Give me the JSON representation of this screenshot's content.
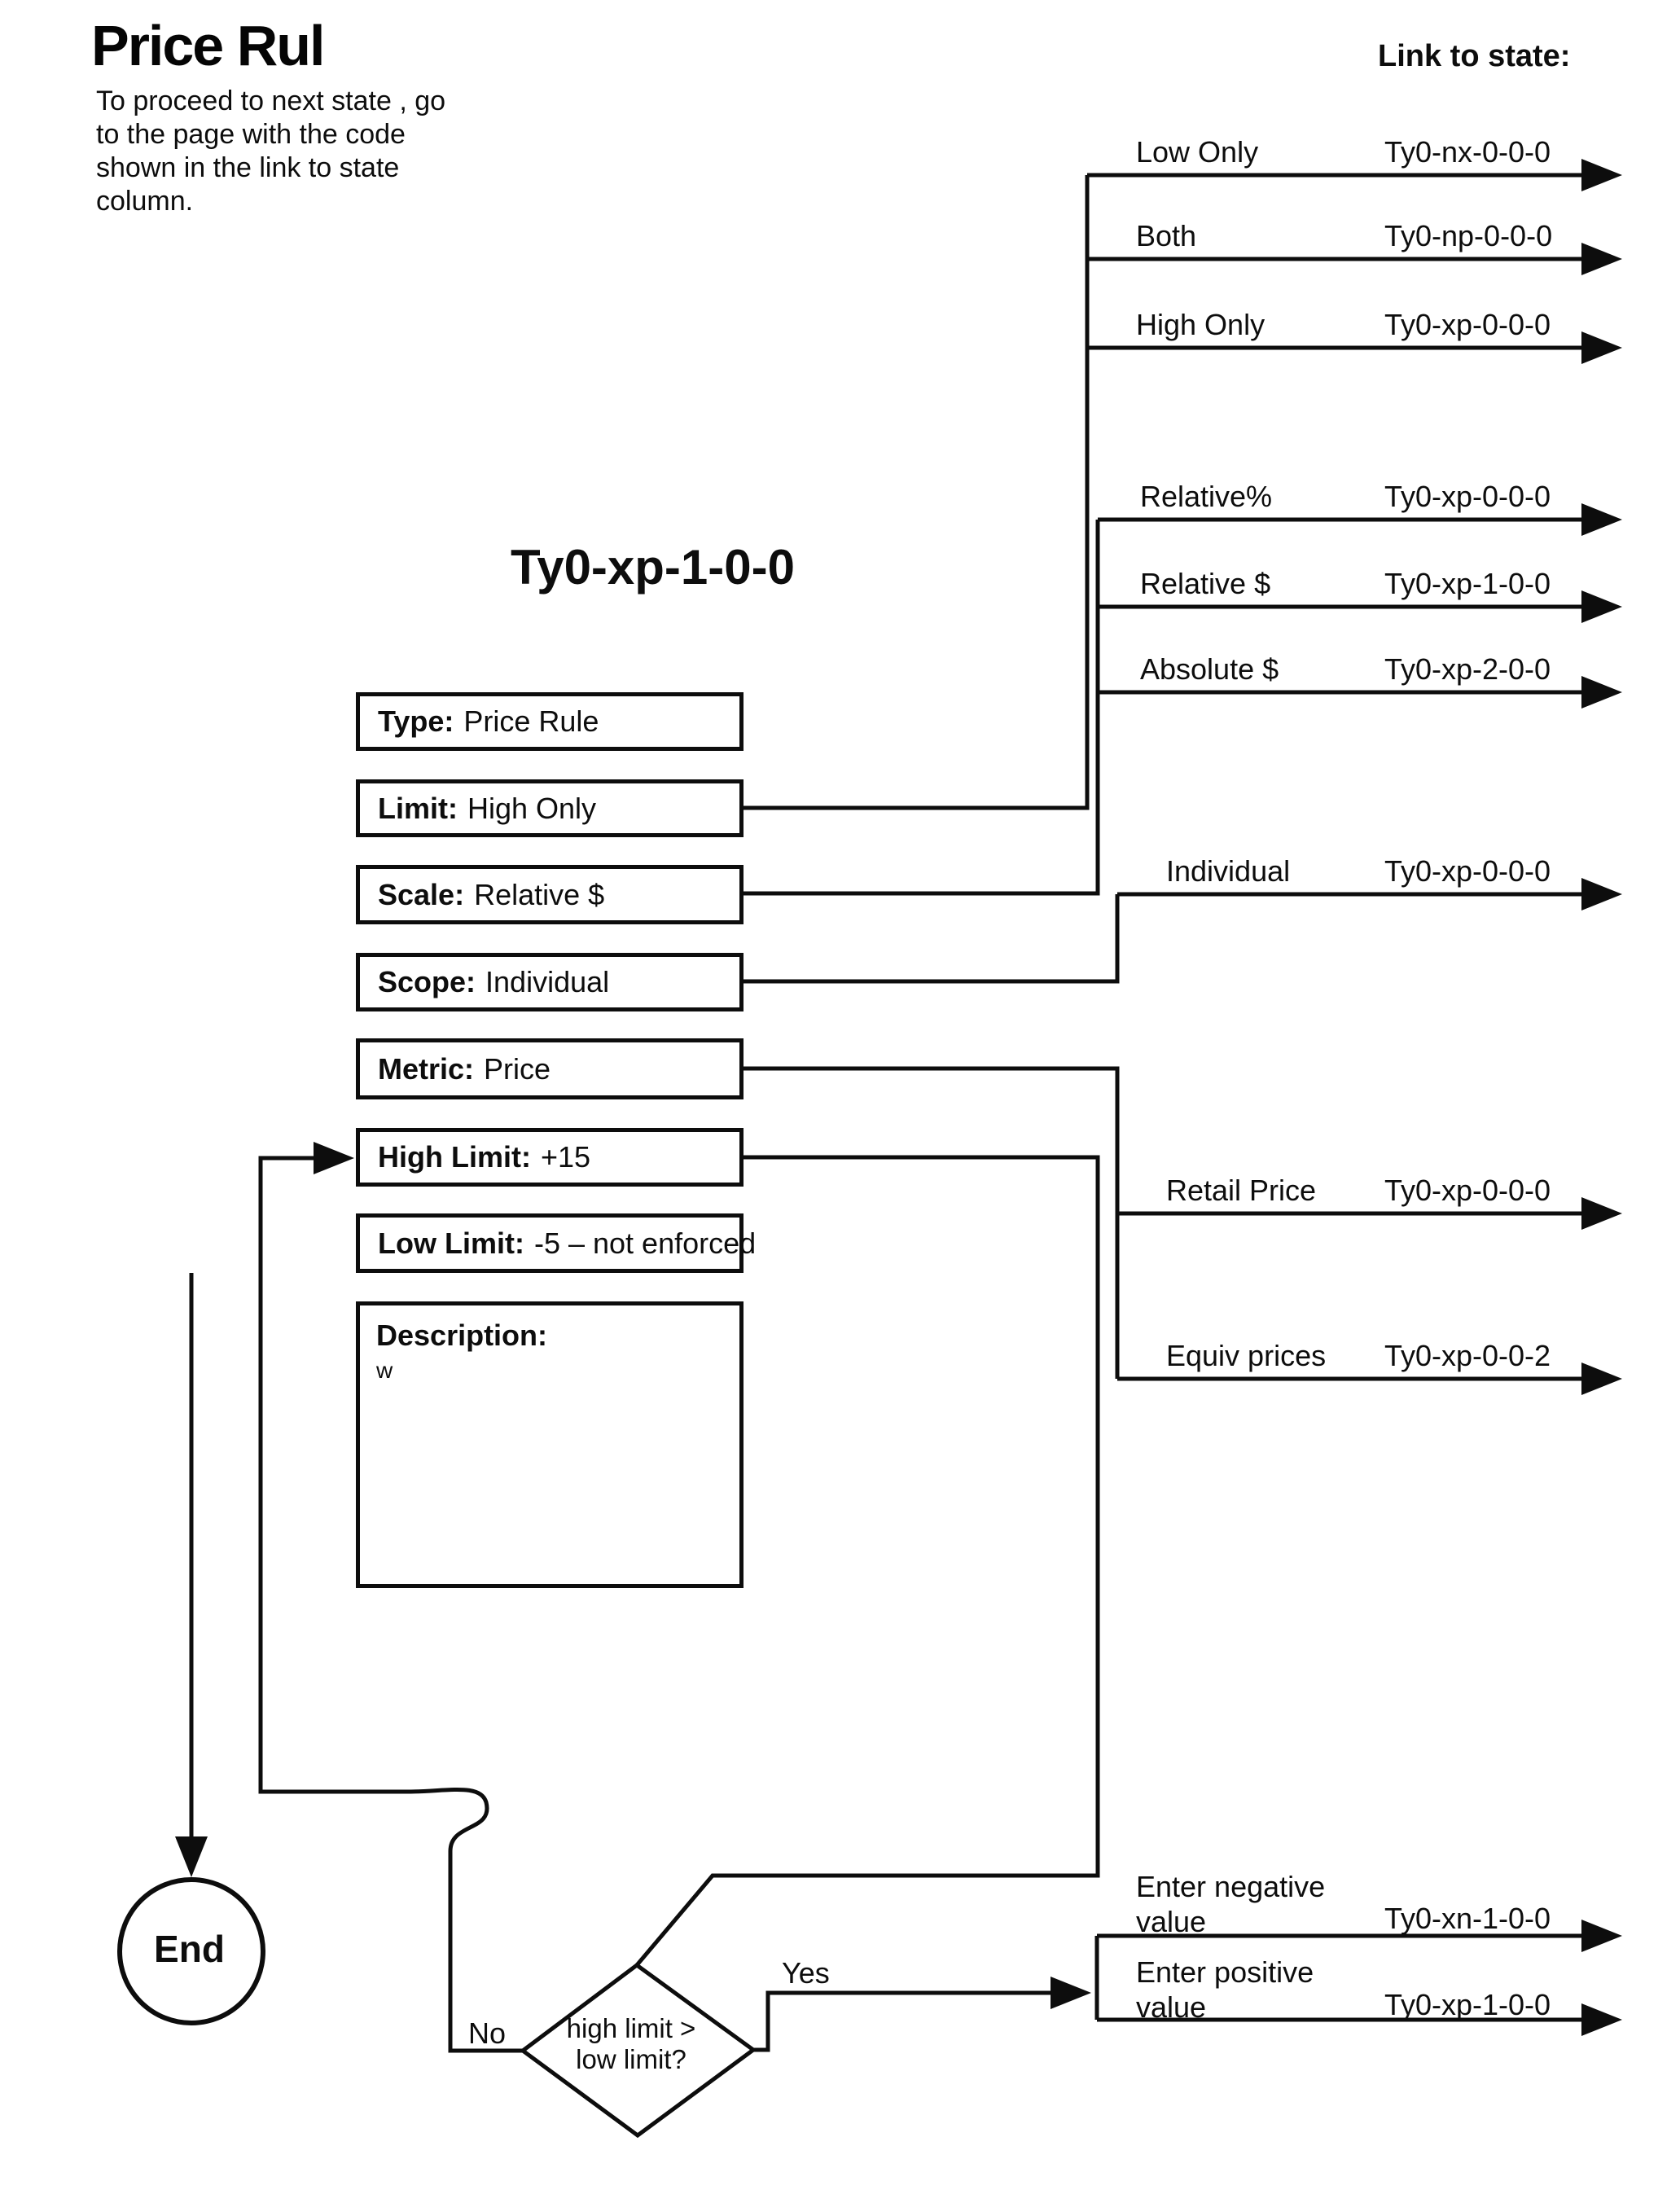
{
  "page": {
    "title": "Price Rul",
    "intro": "To proceed to next state , go\nto the page with the code\nshown in the link to state\ncolumn.",
    "link_column_header": "Link to state:",
    "state_heading": "Ty0-xp-1-0-0"
  },
  "attribute_boxes": [
    {
      "label": "Type:",
      "value": "Price Rule"
    },
    {
      "label": "Limit:",
      "value": "High Only"
    },
    {
      "label": "Scale:",
      "value": "Relative $"
    },
    {
      "label": "Scope:",
      "value": "Individual"
    },
    {
      "label": "Metric:",
      "value": "Price"
    },
    {
      "label": "High Limit:",
      "value": "+15"
    },
    {
      "label": "Low Limit:",
      "value": "-5 – not enforced"
    },
    {
      "label": "Description:",
      "value": "w"
    }
  ],
  "links": [
    {
      "label": "Low Only",
      "code": "Ty0-nx-0-0-0"
    },
    {
      "label": "Both",
      "code": "Ty0-np-0-0-0"
    },
    {
      "label": "High Only",
      "code": "Ty0-xp-0-0-0"
    },
    {
      "label": "Relative%",
      "code": "Ty0-xp-0-0-0"
    },
    {
      "label": "Relative $",
      "code": "Ty0-xp-1-0-0"
    },
    {
      "label": "Absolute $",
      "code": "Ty0-xp-2-0-0"
    },
    {
      "label": "Individual",
      "code": "Ty0-xp-0-0-0"
    },
    {
      "label": "Retail Price",
      "code": "Ty0-xp-0-0-0"
    },
    {
      "label": "Equiv prices",
      "code": "Ty0-xp-0-0-2"
    },
    {
      "label": "Enter negative\nvalue",
      "code": "Ty0-xn-1-0-0"
    },
    {
      "label": "Enter positive\nvalue",
      "code": "Ty0-xp-1-0-0"
    }
  ],
  "decision": {
    "question": "high limit >\nlow limit?",
    "yes_label": "Yes",
    "no_label": "No"
  },
  "terminator": {
    "end_label": "End"
  },
  "colors": {
    "ink": "#0d0d0d",
    "paper": "#ffffff"
  }
}
